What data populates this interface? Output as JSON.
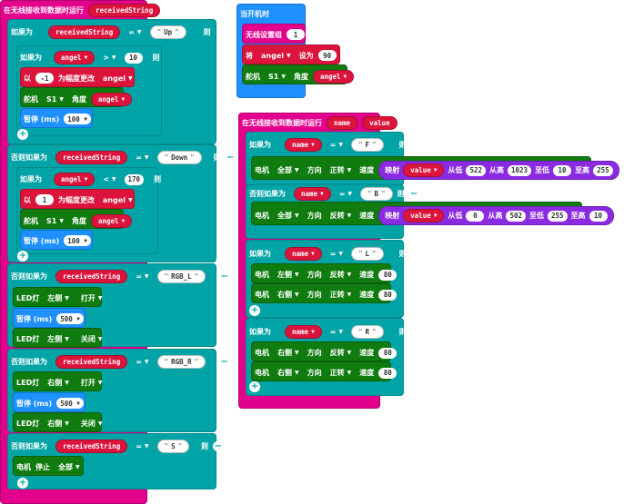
{
  "left_script": {
    "event_label": "在无线接收到数据时运行",
    "event_param": "receivedString",
    "if_label": "如果为",
    "elseif_label": "否则如果为",
    "then_label": "则",
    "eq_op": "=",
    "var_received": "receivedString",
    "up": {
      "str": "Up",
      "cmp_var": "angel",
      "cmp_op": ">",
      "cmp_val": "10",
      "change_by": "以",
      "change_amt": "-1",
      "change_label": "为幅度更改",
      "change_var": "angel",
      "servo_label": "舵机",
      "servo_id": "S1",
      "angle_label": "角度",
      "servo_var": "angel",
      "pause_label": "暂停 (ms)",
      "pause_val": "100"
    },
    "down": {
      "str": "Down",
      "cmp_var": "angel",
      "cmp_op": "<",
      "cmp_val": "170",
      "change_by": "以",
      "change_amt": "1",
      "change_label": "为幅度更改",
      "change_var": "angel",
      "servo_label": "舵机",
      "servo_id": "S1",
      "angle_label": "角度",
      "servo_var": "angel",
      "pause_label": "暂停 (ms)",
      "pause_val": "100"
    },
    "rgb_l": {
      "str": "RGB_L",
      "led_label": "LED灯",
      "side": "左侧",
      "on": "打开",
      "pause_label": "暂停 (ms)",
      "pause_val": "500",
      "off": "关闭"
    },
    "rgb_r": {
      "str": "RGB_R",
      "led_label": "LED灯",
      "side": "右侧",
      "on": "打开",
      "pause_label": "暂停 (ms)",
      "pause_val": "500",
      "off": "关闭"
    },
    "stop": {
      "str": "S",
      "motor_label": "电机",
      "stop_label": "停止",
      "all": "全部"
    }
  },
  "start_script": {
    "title": "当开机时",
    "group_label": "无线设置组",
    "group_val": "1",
    "set_label": "将",
    "set_var": "angel",
    "set_to": "设为",
    "set_val": "90",
    "servo_label": "舵机",
    "servo_id": "S1",
    "angle_label": "角度",
    "servo_var": "angel"
  },
  "right_script": {
    "event_label": "在无线接收到数据时运行",
    "param_name": "name",
    "param_value": "value",
    "if_label": "如果为",
    "elseif_label": "否则如果为",
    "then_label": "则",
    "eq_op": "=",
    "motor_label": "电机",
    "all": "全部",
    "left": "左侧",
    "right": "右侧",
    "dir_label": "方向",
    "forward": "正转",
    "reverse": "反转",
    "speed_label": "速度",
    "map_label": "映射",
    "from_low": "从低",
    "from_high": "从高",
    "to_low": "至低",
    "to_high": "至高",
    "var_name": "name",
    "var_value": "value",
    "f": {
      "str": "F",
      "fl": "522",
      "fh": "1023",
      "tl": "10",
      "th": "255"
    },
    "b": {
      "str": "B",
      "fl": "0",
      "fh": "502",
      "tl": "255",
      "th": "10"
    },
    "l": {
      "str": "L",
      "speed": "80"
    },
    "r": {
      "str": "R",
      "speed": "80"
    }
  }
}
